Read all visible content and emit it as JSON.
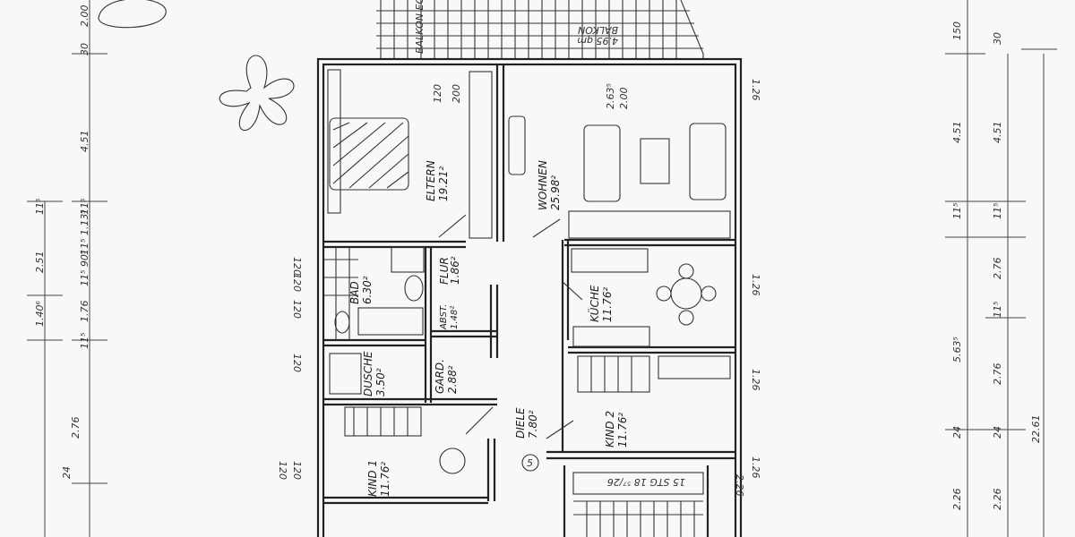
{
  "rooms": {
    "eltern": {
      "name": "ELTERN",
      "area": "19.21²"
    },
    "wohnen": {
      "name": "WOHNEN",
      "area": "25.98²"
    },
    "bad": {
      "name": "BAD",
      "area": "6.30²"
    },
    "flur": {
      "name": "FLUR",
      "area": "1.86²"
    },
    "abst": {
      "name": "ABST.",
      "area": "1.48²"
    },
    "kueche": {
      "name": "KÜCHE",
      "area": "11.76²"
    },
    "dusche": {
      "name": "DUSCHE",
      "area": "3.50²"
    },
    "gard": {
      "name": "GARD.",
      "area": "2.88²"
    },
    "diele": {
      "name": "DIELE",
      "area": "7.80²"
    },
    "kind1": {
      "name": "KIND 1",
      "area": "11.76²"
    },
    "kind2": {
      "name": "KIND 2",
      "area": "11.76²"
    }
  },
  "balcony": {
    "left": "BALKON EG",
    "right": "BALKON",
    "right_area": "4.95 qm"
  },
  "top_dims": {
    "a": "120",
    "b": "200",
    "c": "2.63⁵",
    "d": "2.00"
  },
  "stair_label": "15 STG 18 ⁵⁷/26",
  "entrance_mark": "5",
  "window_heights": {
    "r1": "1.26",
    "r2": "1.26",
    "r3": "1.26",
    "r4": "1.26",
    "r5": "2.26",
    "l1": "120",
    "l2": "120",
    "l3": "120",
    "l4": "120",
    "l5": "120",
    "l6": "120"
  },
  "left_dims": {
    "top": "2.00",
    "a": "30",
    "b": "4.51",
    "c": "11⁵",
    "d": "2.51",
    "e": "11⁵",
    "f": "1.40⁶",
    "g": "11⁵ 90⁵",
    "h": "11⁵ 1.13⁵",
    "i": "11⁵",
    "j": "1.76",
    "k": "24",
    "l": "2.76"
  },
  "right_dims": {
    "col1": [
      "150",
      "4.51",
      "11⁵",
      "5.63⁵",
      "24",
      "2.26"
    ],
    "col2": [
      "30",
      "4.51",
      "11⁵",
      "2.76",
      "11⁵",
      "2.76",
      "24",
      "2.26"
    ],
    "col3": [
      "22.61"
    ]
  }
}
